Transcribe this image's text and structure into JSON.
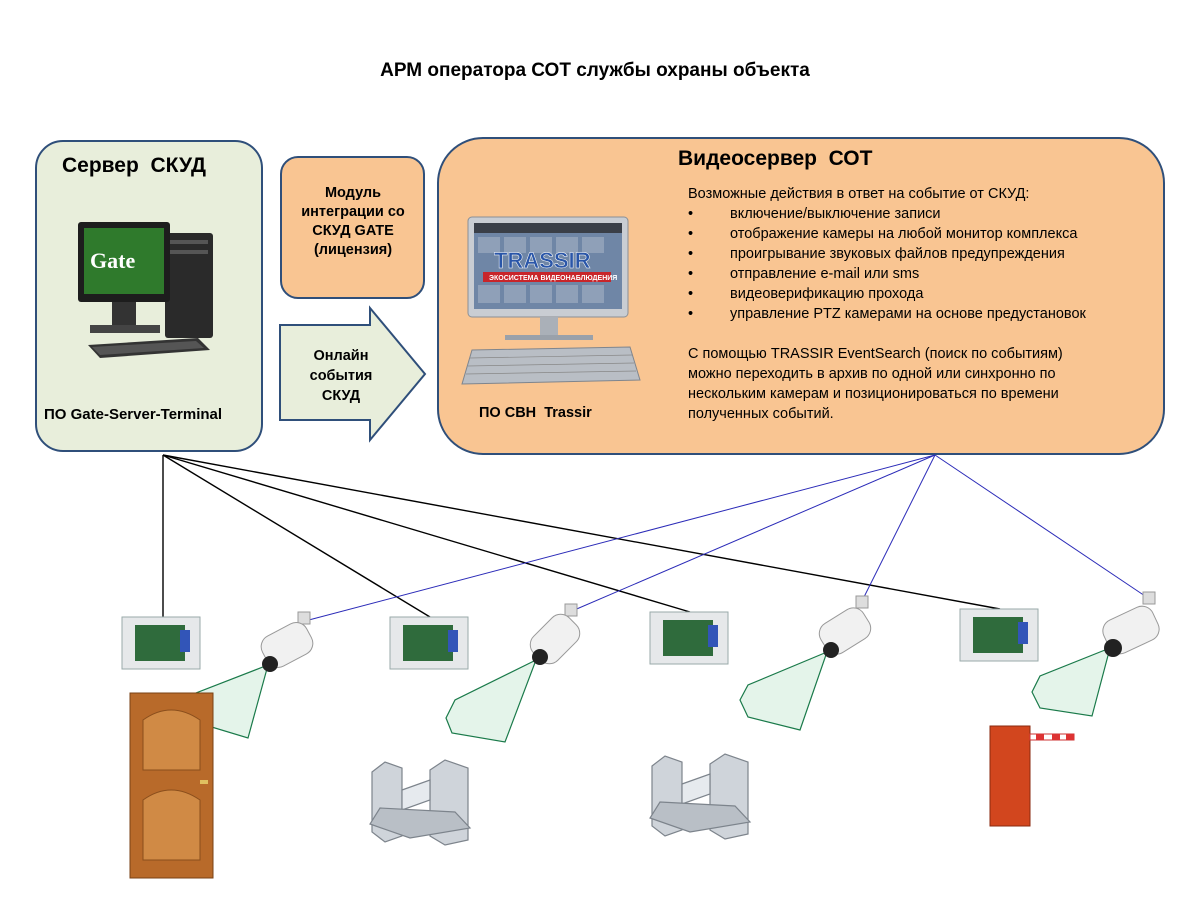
{
  "title": "АРМ оператора СОТ службы охраны объекта",
  "server": {
    "title": "Сервер  СКУД",
    "logo": "Gate",
    "software": "ПО Gate-Server-Terminal"
  },
  "module": {
    "lines": [
      "Модуль",
      "интеграции со",
      "СКУД GATE",
      "(лицензия)"
    ]
  },
  "events_arrow": {
    "lines": [
      "Онлайн",
      "события",
      "СКУД"
    ]
  },
  "video_server": {
    "title": "Видеосервер  СОТ",
    "screen_logo": "TRASSIR",
    "screen_banner": "ЭКОСИСТЕМА ВИДЕОНАБЛЮДЕНИЯ",
    "software": "ПО СВН  Trassir",
    "actions_heading": "Возможные действия в ответ на событие от СКУД:",
    "actions": [
      "включение/выключение записи",
      "отображение камеры на любой монитор комплекса",
      "проигрывание звуковых файлов предупреждения",
      "отправление e-mail или sms",
      "видеоверификацию прохода",
      "управление PTZ камерами на основе предустановок"
    ],
    "eventsearch_lines": [
      "С помощью TRASSIR EventSearch (поиск по событиям)",
      "можно  переходить в архив по одной или синхронно по",
      "нескольким камерам и позиционироваться по времени",
      "полученных событий."
    ]
  },
  "colors": {
    "server_bg": "#e8eedb",
    "module_bg": "#f9c592",
    "arrow_bg": "#e8eedb",
    "border": "#2f4f7a",
    "acs_line": "#000000",
    "video_line": "#2b2bb8",
    "camera_fov": "#e4f4ea",
    "fov_stroke": "#1a7a4a"
  }
}
